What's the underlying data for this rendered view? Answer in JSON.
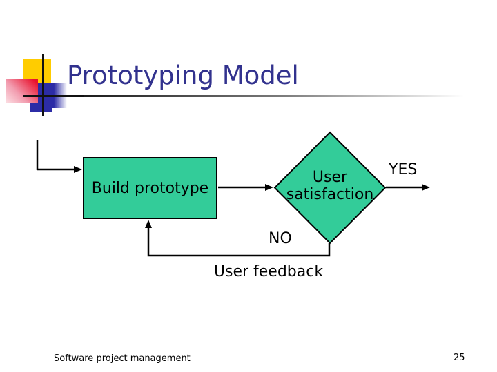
{
  "slide": {
    "title": "Prototyping Model",
    "footer": "Software project management",
    "page_number": "25"
  },
  "flowchart": {
    "build_box_label": "Build prototype",
    "decision_line1": "User",
    "decision_line2": "satisfaction",
    "branch_yes_label": "YES",
    "branch_no_label": "NO",
    "feedback_label": "User feedback"
  },
  "colors": {
    "title_text": "#32328E",
    "shape_fill": "#33CC99",
    "shape_border": "#000000",
    "connector": "#000000",
    "logo_yellow": "#FFCC00",
    "logo_red": "#E8112D",
    "logo_blue": "#2C2CA6",
    "title_rule_start": "#141414",
    "title_rule_end": "#FFFFFF"
  }
}
